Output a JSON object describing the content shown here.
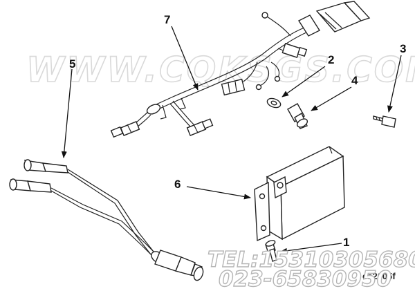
{
  "watermark": {
    "site": "WWW.CQKSGS.COM",
    "tel": "TEL:15310305680",
    "phone": "023-65830950"
  },
  "callouts": {
    "c1": "1",
    "c2": "2",
    "c3": "3",
    "c4": "4",
    "c5": "5",
    "c6": "6",
    "c7": "7"
  },
  "figure_id": "es2005f"
}
